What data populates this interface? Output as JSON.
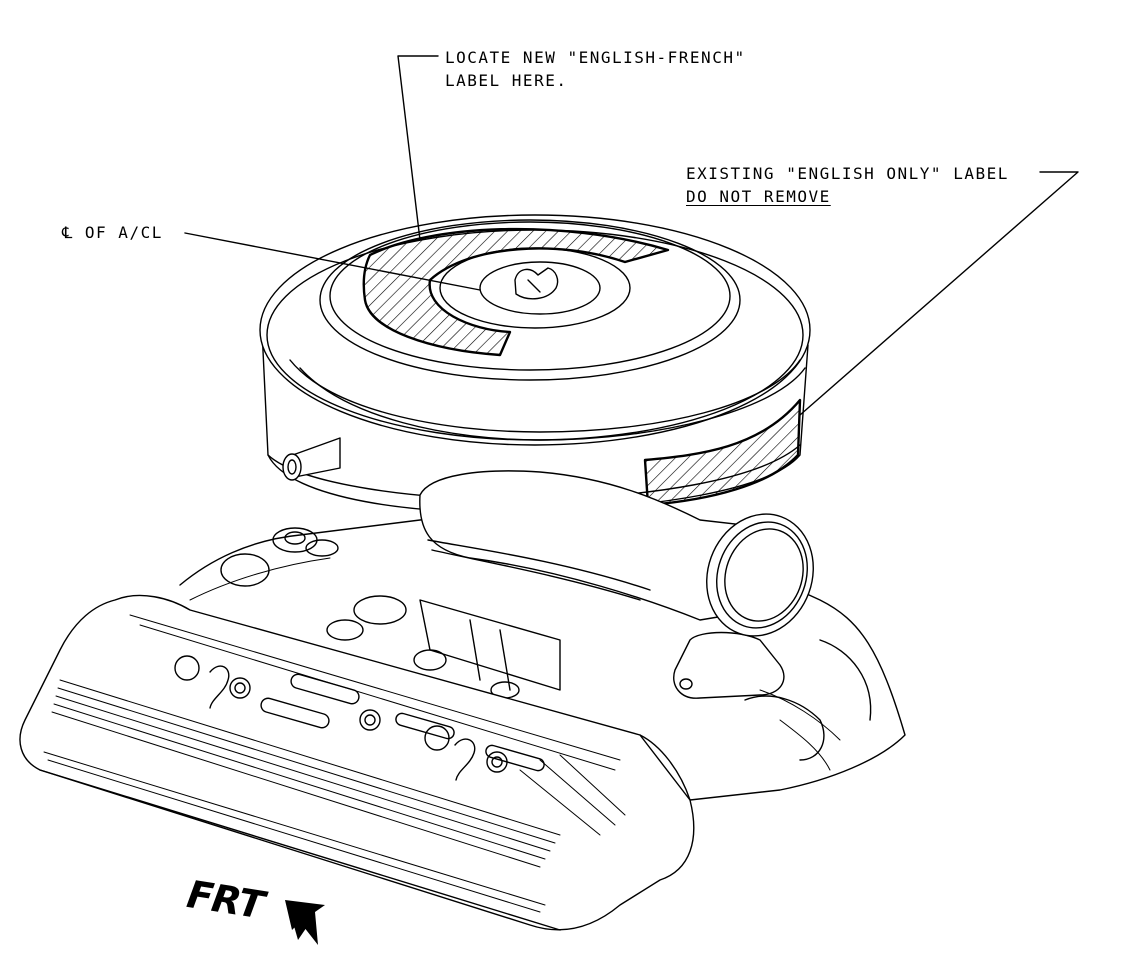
{
  "callouts": {
    "new_label_line1": "LOCATE NEW \"ENGLISH-FRENCH\"",
    "new_label_line2": "LABEL HERE.",
    "existing_line1": "EXISTING \"ENGLISH ONLY\" LABEL",
    "existing_line2": "DO NOT REMOVE",
    "centerline": "℄ OF A/CL"
  },
  "direction": {
    "label": "FRT"
  },
  "colors": {
    "ink": "#000000",
    "paper": "#ffffff"
  }
}
